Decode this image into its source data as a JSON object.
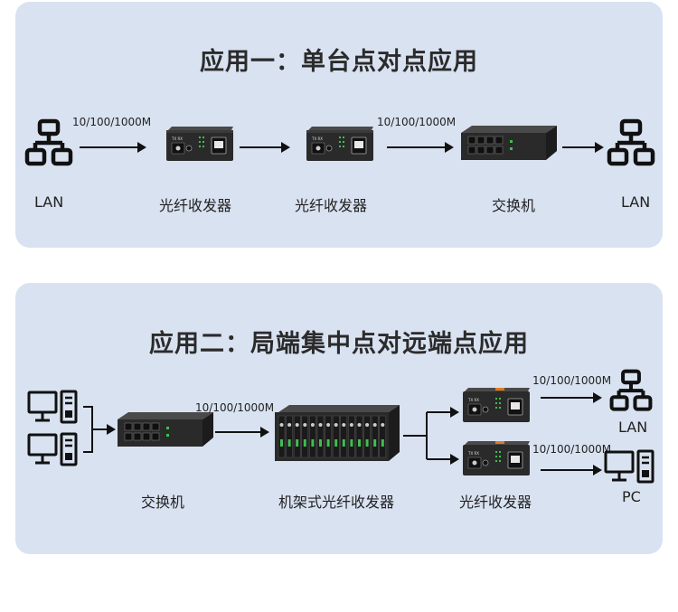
{
  "colors": {
    "panel_bg": "#d9e2f1",
    "device_body": "#2a2a2a",
    "device_top": "#3a3a3a",
    "port_green": "#3fbf4f",
    "accent_orange": "#e07a1f",
    "arrow": "#111111"
  },
  "section1": {
    "title": "应用一：单台点对点应用",
    "speed_left": "10/100/1000M",
    "speed_mid": "10/100/1000M",
    "labels": {
      "lan_left": "LAN",
      "converter_1": "光纤收发器",
      "converter_2": "光纤收发器",
      "switch": "交换机",
      "lan_right": "LAN"
    }
  },
  "section2": {
    "title": "应用二：局端集中点对远端点应用",
    "speed_1": "10/100/1000M",
    "speed_2": "10/100/1000M",
    "speed_3": "10/100/1000M",
    "labels": {
      "switch": "交换机",
      "rack": "机架式光纤收发器",
      "converter": "光纤收发器",
      "lan": "LAN",
      "pc": "PC"
    }
  }
}
